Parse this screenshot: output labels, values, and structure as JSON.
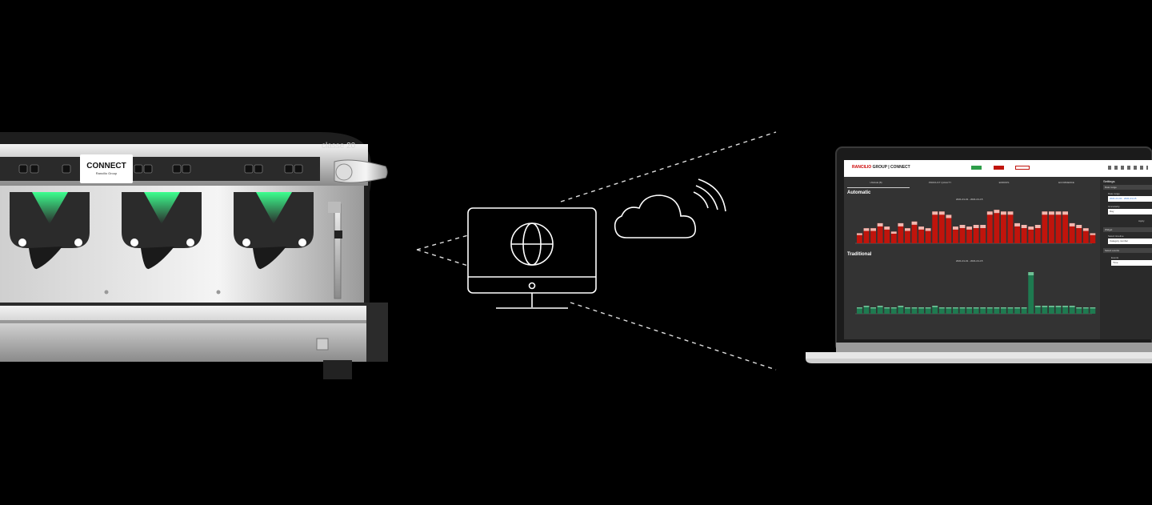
{
  "machine": {
    "brand_label": "CONNECT",
    "brand_sub": "Rancilio Group",
    "model_label": "classe 20"
  },
  "app": {
    "brand_bold": "RANCILIO",
    "brand_rest": "GROUP | CONNECT",
    "nav_tabs": [
      "USAGE (B)",
      "PRODUCT QUALITY",
      "ERRORS",
      "ECOMMERCE"
    ],
    "sidebar": {
      "settings": "Settings",
      "date_range": "Date range",
      "date_range_label": "Date range",
      "date_value": "2021-01-01 - 2021-01-15",
      "granularity_label": "Granularity",
      "granularity_value": "Day",
      "apply": "Apply",
      "widget": "Widget",
      "select_timeline_label": "Select timeline",
      "select_timeline_value": "Category number",
      "select_event": "Select events",
      "event_label": "Events",
      "event_value": "Time"
    },
    "automatic": {
      "title": "Automatic",
      "subtitle": "2021-01-01 - 2021-01-15"
    },
    "traditional": {
      "title": "Traditional",
      "subtitle": "2021-01-01 - 2021-01-15"
    }
  },
  "chart_data": [
    {
      "type": "bar",
      "title": "Automatic",
      "subtitle": "2021-01-01 - 2021-01-15",
      "stacked": true,
      "values": [
        6,
        9,
        9,
        12,
        10,
        7,
        12,
        9,
        13,
        10,
        9,
        19,
        19,
        17,
        10,
        11,
        10,
        11,
        11,
        19,
        20,
        19,
        19,
        12,
        11,
        10,
        11,
        19,
        19,
        19,
        19,
        12,
        11,
        9,
        6
      ],
      "colors": {
        "base": "#c0140c",
        "mid": "#e23a1e",
        "top": "#f2b8b0"
      }
    },
    {
      "type": "bar",
      "title": "Traditional",
      "subtitle": "2021-01-01 - 2021-01-15",
      "stacked": true,
      "values": [
        4,
        5,
        4,
        5,
        4,
        4,
        5,
        4,
        4,
        4,
        4,
        5,
        4,
        4,
        4,
        4,
        4,
        4,
        4,
        4,
        4,
        4,
        4,
        4,
        4,
        26,
        5,
        5,
        5,
        5,
        5,
        5,
        4,
        4,
        4
      ],
      "colors": {
        "base": "#1e7a50",
        "top": "#6fbf95"
      }
    }
  ]
}
